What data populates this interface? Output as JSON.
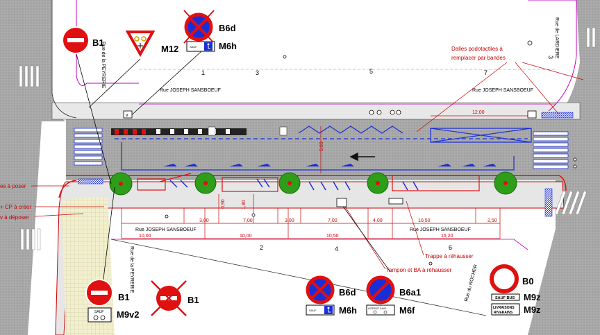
{
  "street_labels": {
    "joseph_top": "Rue JOSEPH SANSBOEUF",
    "joseph_top_right": "Rue JOSEPH SANSBOEUF",
    "joseph_bottom_left": "Rue JOSEPH SANSBOEUF",
    "joseph_bottom_right": "Rue JOSEPH SANSBOEUF",
    "peyrerie_top": "Rue de la PEYRERIE",
    "peyrerie_bottom": "Rue de la PEYRERIE",
    "lardiere": "Rue de LARDIERE",
    "rocher": "Rue du ROCHER"
  },
  "house_numbers": {
    "n1": "1",
    "n3": "3",
    "n5": "5",
    "n7": "7",
    "n3b": "3",
    "n2": "2",
    "n4": "4",
    "n6": "6"
  },
  "dimensions": {
    "d1200": "12,00",
    "d560": "5,60",
    "d300a": "3,00",
    "d700a": "7,00",
    "d300b": "3,00",
    "d700b": "7,00",
    "d400": "4,00",
    "d1050a": "10,50",
    "d250": "2,50",
    "d1000a": "10,00",
    "d1000b": "10,00",
    "d1050b": "10,50",
    "d1520": "15,20",
    "d090": "0,90",
    "d180": "1,80"
  },
  "annotations": {
    "dalles": "Dalles podotactiles à\nremplacer par bandes",
    "poser": "es à poser",
    "cp": "+ CP à créer",
    "deposer": "v à déposer",
    "trappe": "Trappe à réhausser",
    "tampon": "Tampon et BA à réhausser"
  },
  "signs": {
    "b1_top": "B1",
    "m12": "M12",
    "b6d_top": "B6d",
    "m6h_top": "M6h",
    "b1_bottom_left": "B1",
    "m9v2": "M9v2",
    "b1_bottom": "B1",
    "b6d_bottom": "B6d",
    "m6h_bottom": "M6h",
    "b6a1": "B6a1",
    "m6f": "M6f",
    "b0": "B0",
    "m9z_a": "M9z",
    "m9z_b": "M9z",
    "sauf_small": "SAUF",
    "sauf_bus": "SAUF BUS",
    "livraisons": "LIVRAISONS",
    "riverains": "RIVERAINS",
    "interdit_sauf": "INTERDIT SAUF"
  },
  "colors": {
    "red": "#e01010",
    "blue": "#1a2ed8",
    "magenta": "#c000c0",
    "tree": "#2e9d1a",
    "pavement": "#e4e4e4",
    "road": "#a9a9a9",
    "yellow": "#f2f0c8"
  }
}
